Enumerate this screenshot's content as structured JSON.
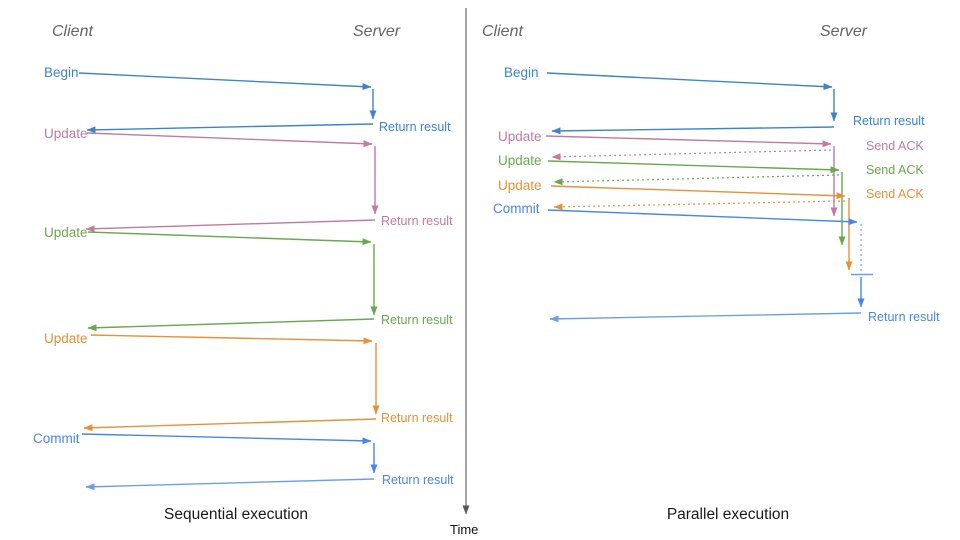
{
  "colors": {
    "begin_blue": "#3d85c6",
    "commit_blue": "#4a86e8",
    "light_blue": "#6d9eeb",
    "pink": "#c27ba0",
    "green": "#6aa84f",
    "orange": "#e69138",
    "header_gray": "#666666",
    "axis_gray": "#595959",
    "caption_black": "#1a1a1a"
  },
  "time_axis": {
    "label": "Time"
  },
  "left": {
    "client_header": "Client",
    "server_header": "Server",
    "caption": "Sequential execution",
    "messages": [
      {
        "label": "Begin",
        "color": "blue",
        "response": "Return result"
      },
      {
        "label": "Update",
        "color": "pink",
        "response": "Return result"
      },
      {
        "label": "Update",
        "color": "green",
        "response": "Return result"
      },
      {
        "label": "Update",
        "color": "orange",
        "response": "Return result"
      },
      {
        "label": "Commit",
        "color": "blue",
        "response": "Return result"
      }
    ]
  },
  "right": {
    "client_header": "Client",
    "server_header": "Server",
    "caption": "Parallel execution",
    "messages": [
      {
        "label": "Begin",
        "color": "blue",
        "response": "Return result"
      },
      {
        "label": "Update",
        "color": "pink",
        "response": "Send ACK"
      },
      {
        "label": "Update",
        "color": "green",
        "response": "Send ACK"
      },
      {
        "label": "Update",
        "color": "orange",
        "response": "Send ACK"
      },
      {
        "label": "Commit",
        "color": "blue",
        "response": "Return result"
      }
    ]
  }
}
